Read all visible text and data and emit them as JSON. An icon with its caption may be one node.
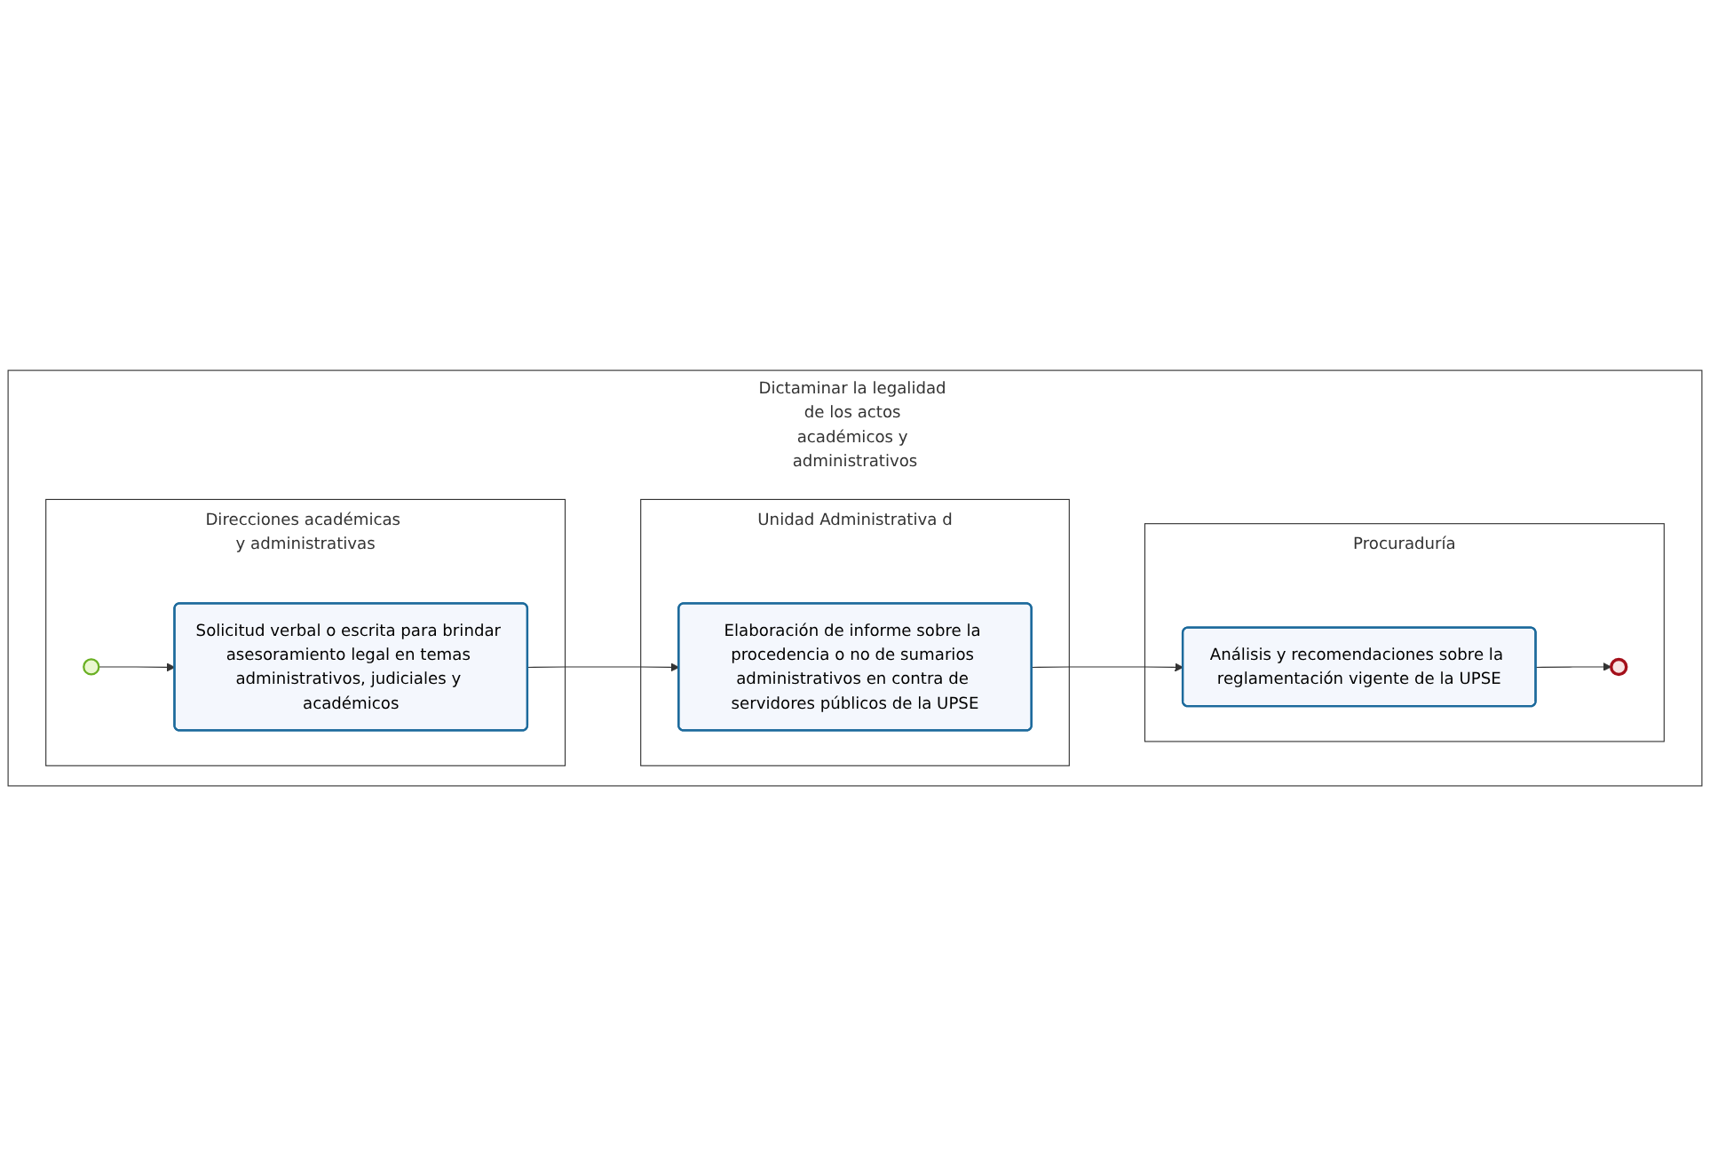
{
  "diagram": {
    "nodes": [
      {
        "text": [
          "Dictaminar la legalidad de los actos académicos y administrativos"
        ]
      },
      {
        "text": [
          "Direcciones académicas y administrativas"
        ],
        "in": 0
      },
      {
        "text": [
          "Unidad Administrativa d"
        ],
        "in": 0
      },
      {
        "text": [
          "Procuraduría"
        ],
        "in": 0
      },
      {
        "text": [],
        "shape": "circle",
        "in": 1
      },
      {
        "text": [
          "Solicitud verbal o escrita para brindar asesoramiento legal en temas administrativos, judiciales y académicos"
        ],
        "in": 1
      },
      {
        "text": [
          "Elaboración de informe sobre la procedencia o no de sumarios administrativos en contra de servidores públicos de la UPSE"
        ],
        "in": 2
      },
      {
        "text": [
          "Análisis y recomendaciones sobre la reglamentación vigente de la UPSE"
        ],
        "in": 3
      },
      {
        "text": [],
        "shape": "circle",
        "in": 3
      }
    ],
    "edges": [
      {
        "from": 4,
        "to": 5,
        "arrow": "to"
      },
      {
        "from": 5,
        "to": 6,
        "arrow": "to"
      },
      {
        "from": 6,
        "to": 7,
        "arrow": "to"
      },
      {
        "from": 7,
        "to": 8,
        "arrow": "to"
      }
    ]
  }
}
